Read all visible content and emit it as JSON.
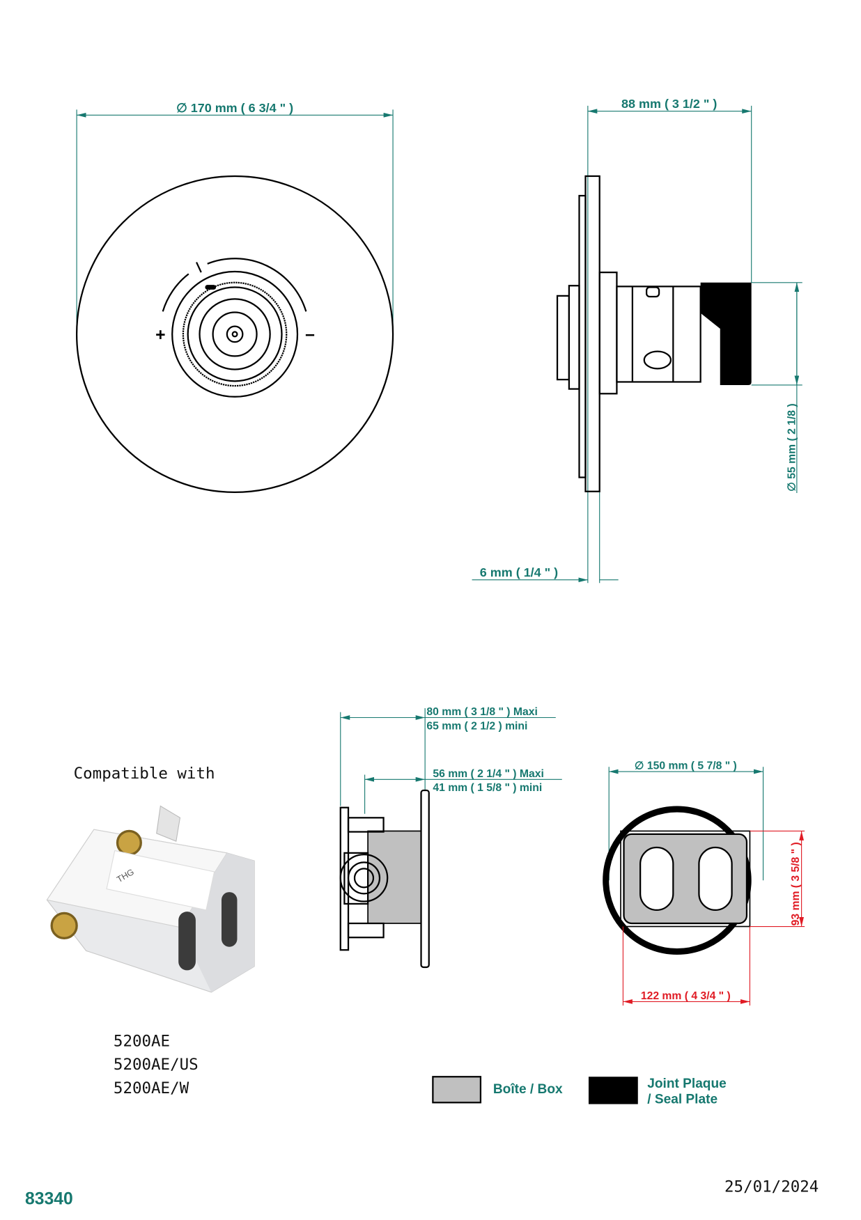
{
  "front_view": {
    "diameter_label": "∅ 170 mm ( 6 3/4 \" )",
    "plus": "+",
    "minus": "–"
  },
  "side_view": {
    "depth_label": "88 mm ( 3 1/2 \" )",
    "handle_diameter_label": "∅ 55 mm ( 2 1/8 )",
    "plate_thickness_label": "6 mm ( 1/4 \" )"
  },
  "box_side_view": {
    "depth_max_label": "80 mm ( 3 1/8 \" )  Maxi",
    "depth_min_label": "65 mm ( 2 1/2 ) mini",
    "inner_max_label": "56 mm ( 2 1/4 \" )  Maxi",
    "inner_min_label": "41 mm ( 1 5/8 \" )  mini"
  },
  "box_front_view": {
    "seal_diameter_label": "∅ 150 mm ( 5 7/8 \" )",
    "box_height_label": "93 mm ( 3 5/8 \" )",
    "box_width_label": "122 mm ( 4 3/4 \" )"
  },
  "compatible": {
    "title": "Compatible with",
    "models": [
      "5200AE",
      "5200AE/US",
      "5200AE/W"
    ],
    "product_logo": "THG"
  },
  "legend": {
    "box_label": "Boîte / Box",
    "seal_label_line1": "Joint Plaque",
    "seal_label_line2": "/ Seal Plate",
    "box_color": "#c0c0c0",
    "seal_color": "#000000"
  },
  "footer": {
    "reference": "83340",
    "date": "25/01/2024"
  },
  "colors": {
    "dimension": "#16786f",
    "dimension_red": "#e01b24"
  }
}
